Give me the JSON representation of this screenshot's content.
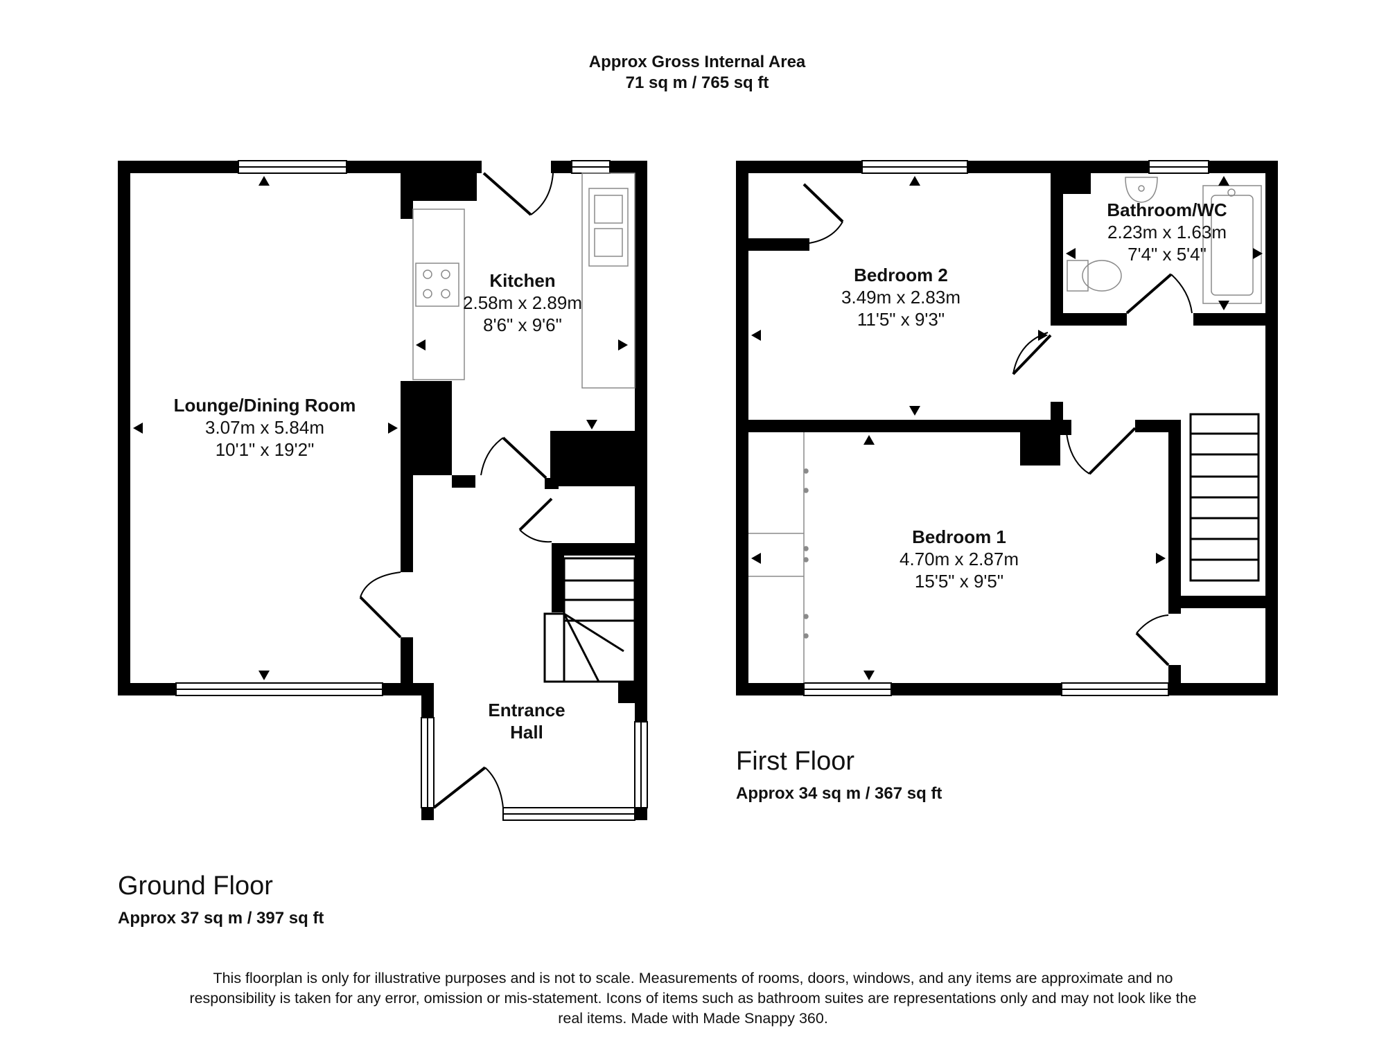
{
  "header": {
    "line1": "Approx Gross Internal Area",
    "line2": "71 sq m / 765 sq ft"
  },
  "ground_floor": {
    "title": "Ground Floor",
    "area": "Approx 37 sq m / 397 sq ft",
    "rooms": {
      "lounge": {
        "name": "Lounge/Dining Room",
        "metric": "3.07m x 5.84m",
        "imperial": "10'1\" x 19'2\""
      },
      "kitchen": {
        "name": "Kitchen",
        "metric": "2.58m x 2.89m",
        "imperial": "8'6\" x 9'6\""
      },
      "hall": {
        "name_line1": "Entrance",
        "name_line2": "Hall"
      }
    }
  },
  "first_floor": {
    "title": "First Floor",
    "area": "Approx 34 sq m / 367 sq ft",
    "rooms": {
      "bedroom1": {
        "name": "Bedroom 1",
        "metric": "4.70m x 2.87m",
        "imperial": "15'5\" x 9'5\""
      },
      "bedroom2": {
        "name": "Bedroom 2",
        "metric": "3.49m x 2.83m",
        "imperial": "11'5\" x 9'3\""
      },
      "bathroom": {
        "name": "Bathroom/WC",
        "metric": "2.23m x 1.63m",
        "imperial": "7'4\" x 5'4\""
      }
    }
  },
  "disclaimer": "This floorplan is only for illustrative purposes and is not to scale. Measurements of rooms, doors, windows, and any items are approximate and no responsibility is taken for any error, omission or mis-statement. Icons of items such as bathroom suites are representations only and may not look like the real items. Made with Made Snappy 360.",
  "colors": {
    "wall": "#000000",
    "background": "#ffffff",
    "fixture_line": "#8a8a8a"
  }
}
